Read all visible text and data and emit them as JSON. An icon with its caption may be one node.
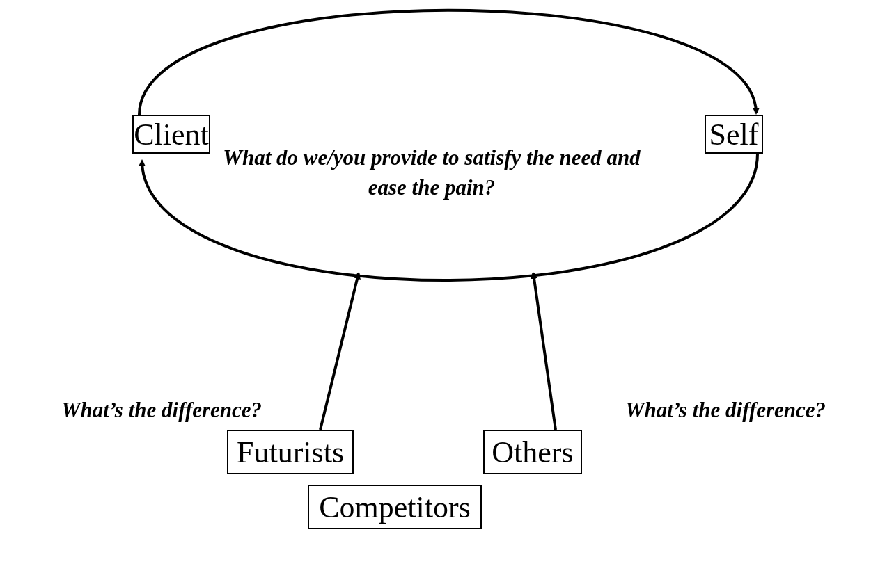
{
  "diagram": {
    "nodes": [
      {
        "text": [
          "Client"
        ]
      },
      {
        "text": [
          "Self"
        ]
      },
      {
        "text": [
          "Futurists"
        ]
      },
      {
        "text": [
          "Others"
        ]
      },
      {
        "text": [
          "Competitors"
        ]
      }
    ],
    "edges": [
      {
        "from": 0,
        "to": 1,
        "arrow": "to"
      },
      {
        "from": 1,
        "to": 0,
        "arrow": "to"
      },
      {
        "from": 2,
        "to": null,
        "arrow": "to"
      },
      {
        "from": 3,
        "to": null,
        "arrow": "to"
      }
    ],
    "labels": [
      "What do we/you provide to satisfy the need and ease the pain?",
      "What’s the difference?",
      "What’s the difference?"
    ]
  }
}
